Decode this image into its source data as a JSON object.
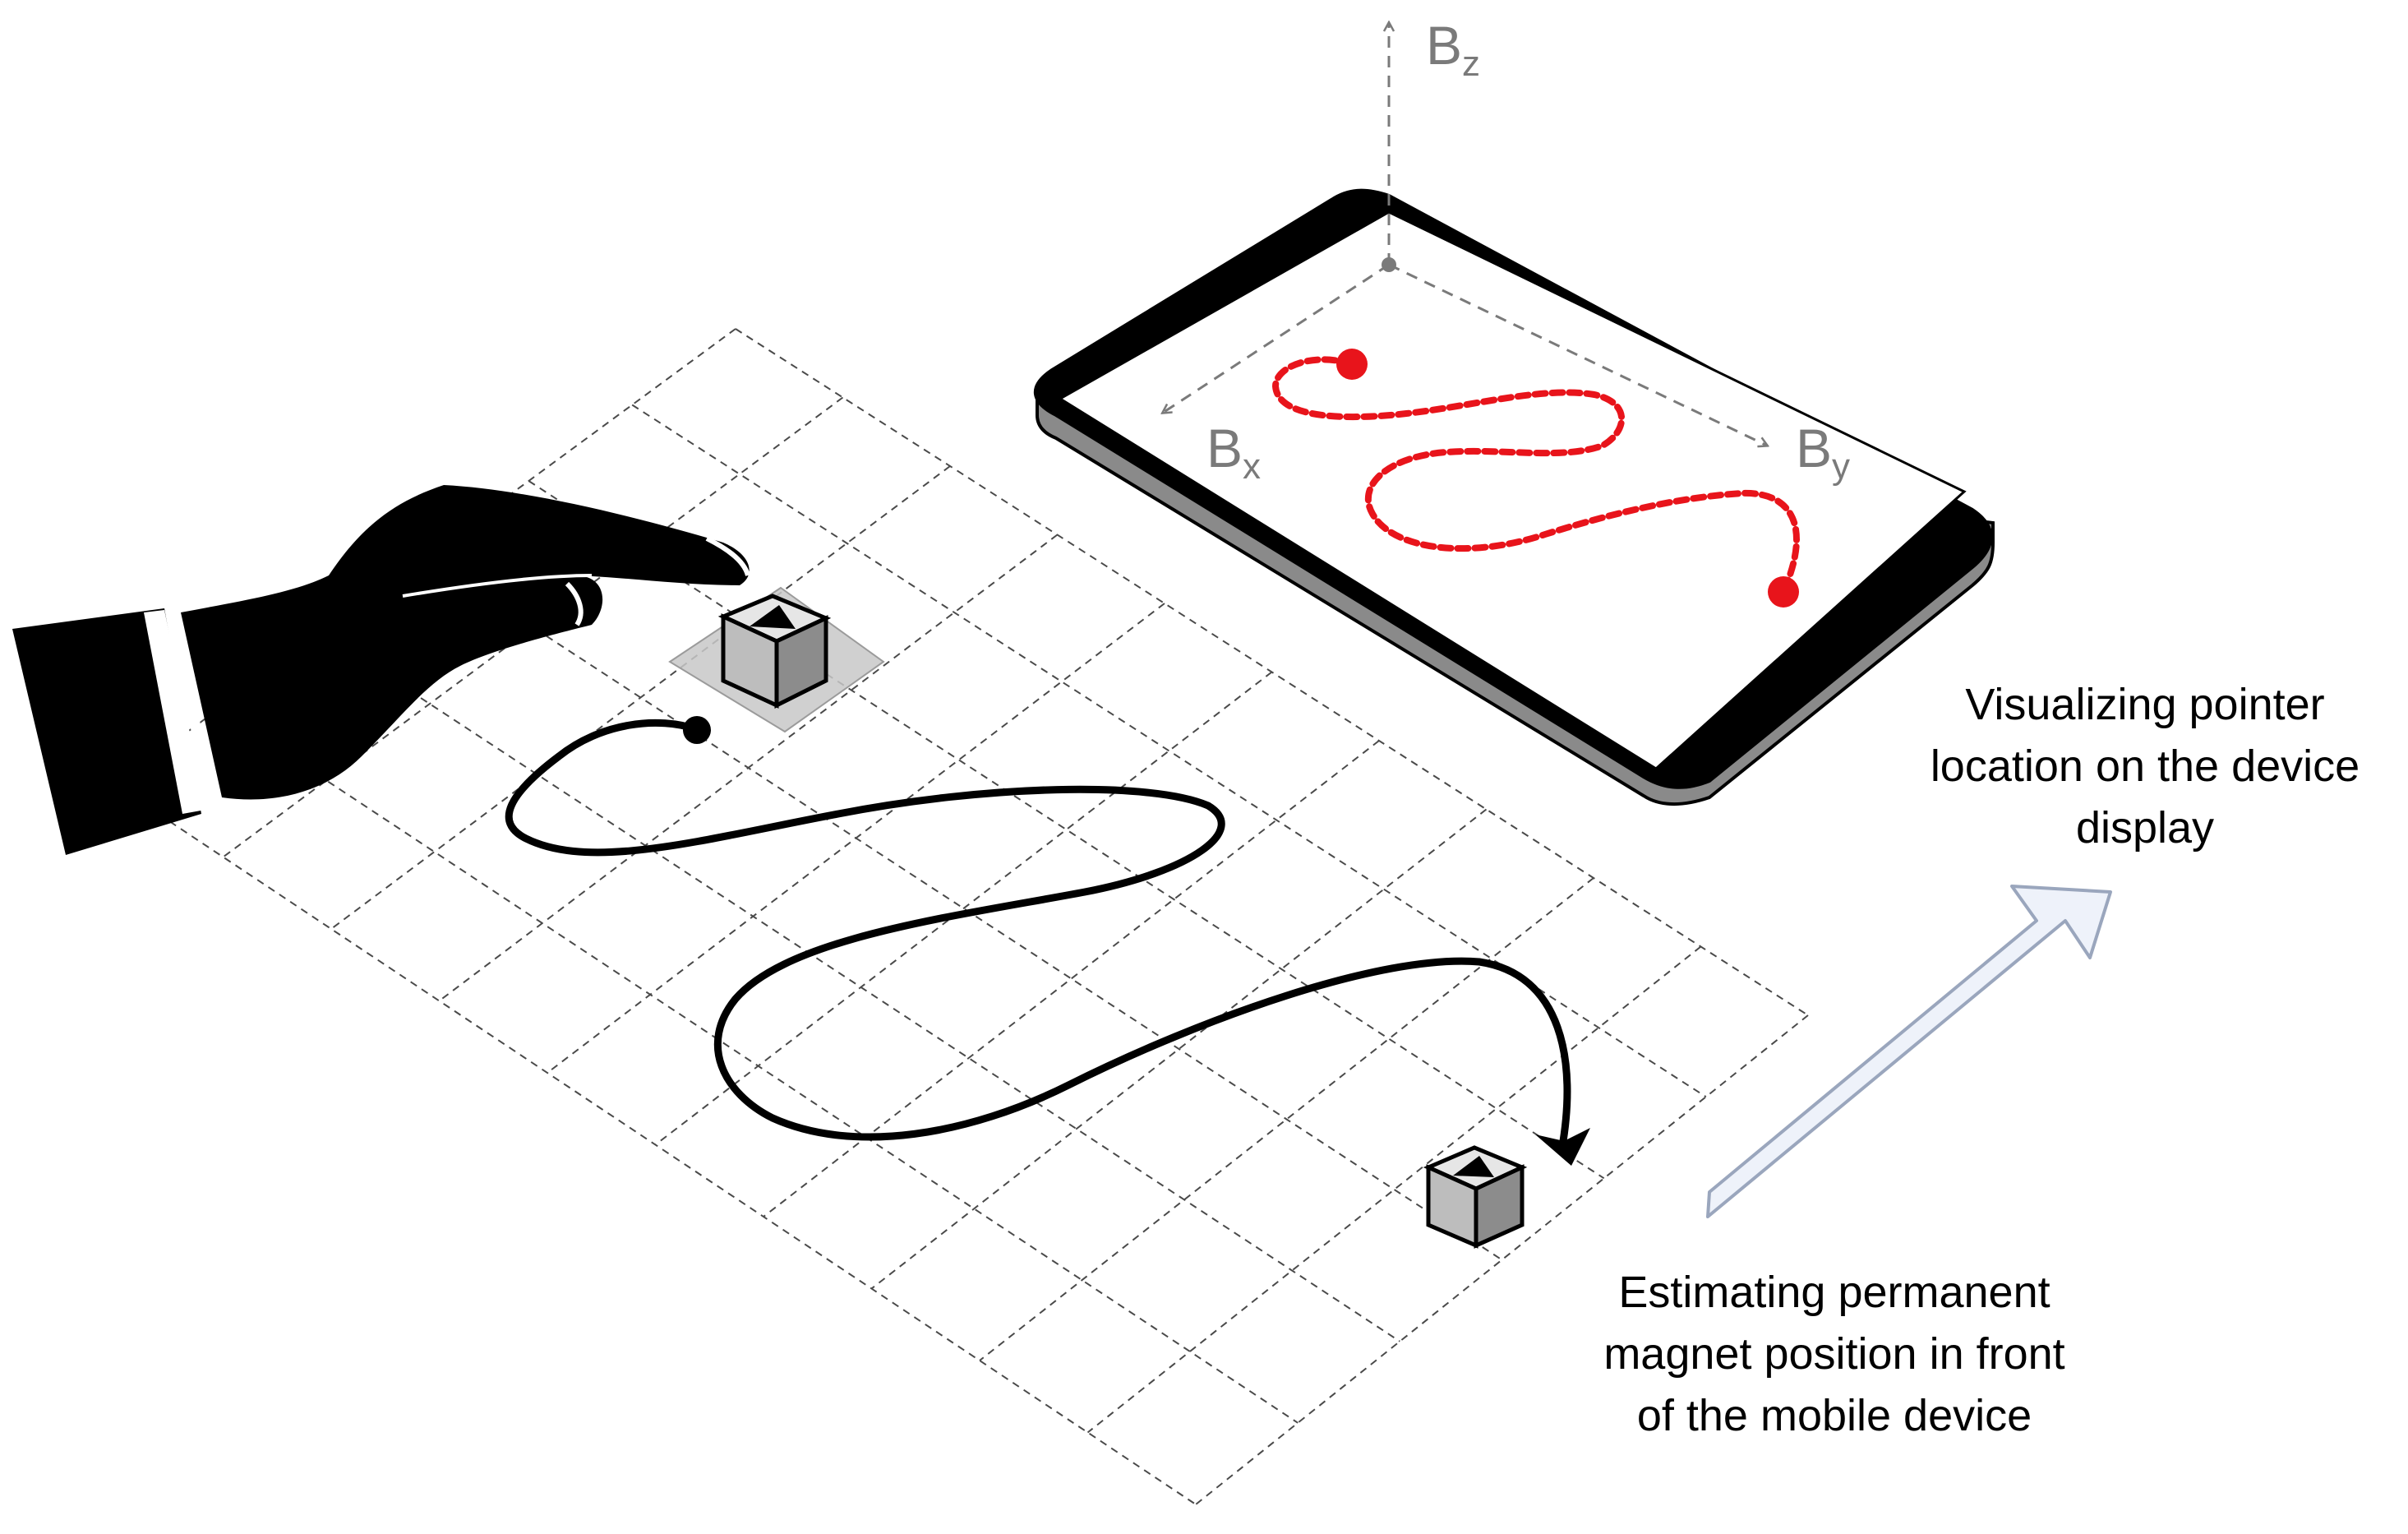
{
  "axes": {
    "z": {
      "main": "B",
      "sub": "z"
    },
    "x": {
      "main": "B",
      "sub": "x"
    },
    "y": {
      "main": "B",
      "sub": "y"
    }
  },
  "captions": {
    "display": [
      "Visualizing pointer",
      "location on the device",
      "display"
    ],
    "estimate": [
      "Estimating permanent",
      "magnet position in front",
      "of the mobile device"
    ]
  },
  "colors": {
    "trajectory_on_screen": "#e8141b",
    "axis": "#7a7a7a",
    "arrow_fill": "#eef2fa",
    "arrow_stroke": "#9aa6bd",
    "magnet_grey": "#9a9a9a"
  },
  "icons": [
    "hand-pointer-icon",
    "magnet-cube-icon",
    "mobile-device-icon",
    "direction-arrow-icon"
  ]
}
